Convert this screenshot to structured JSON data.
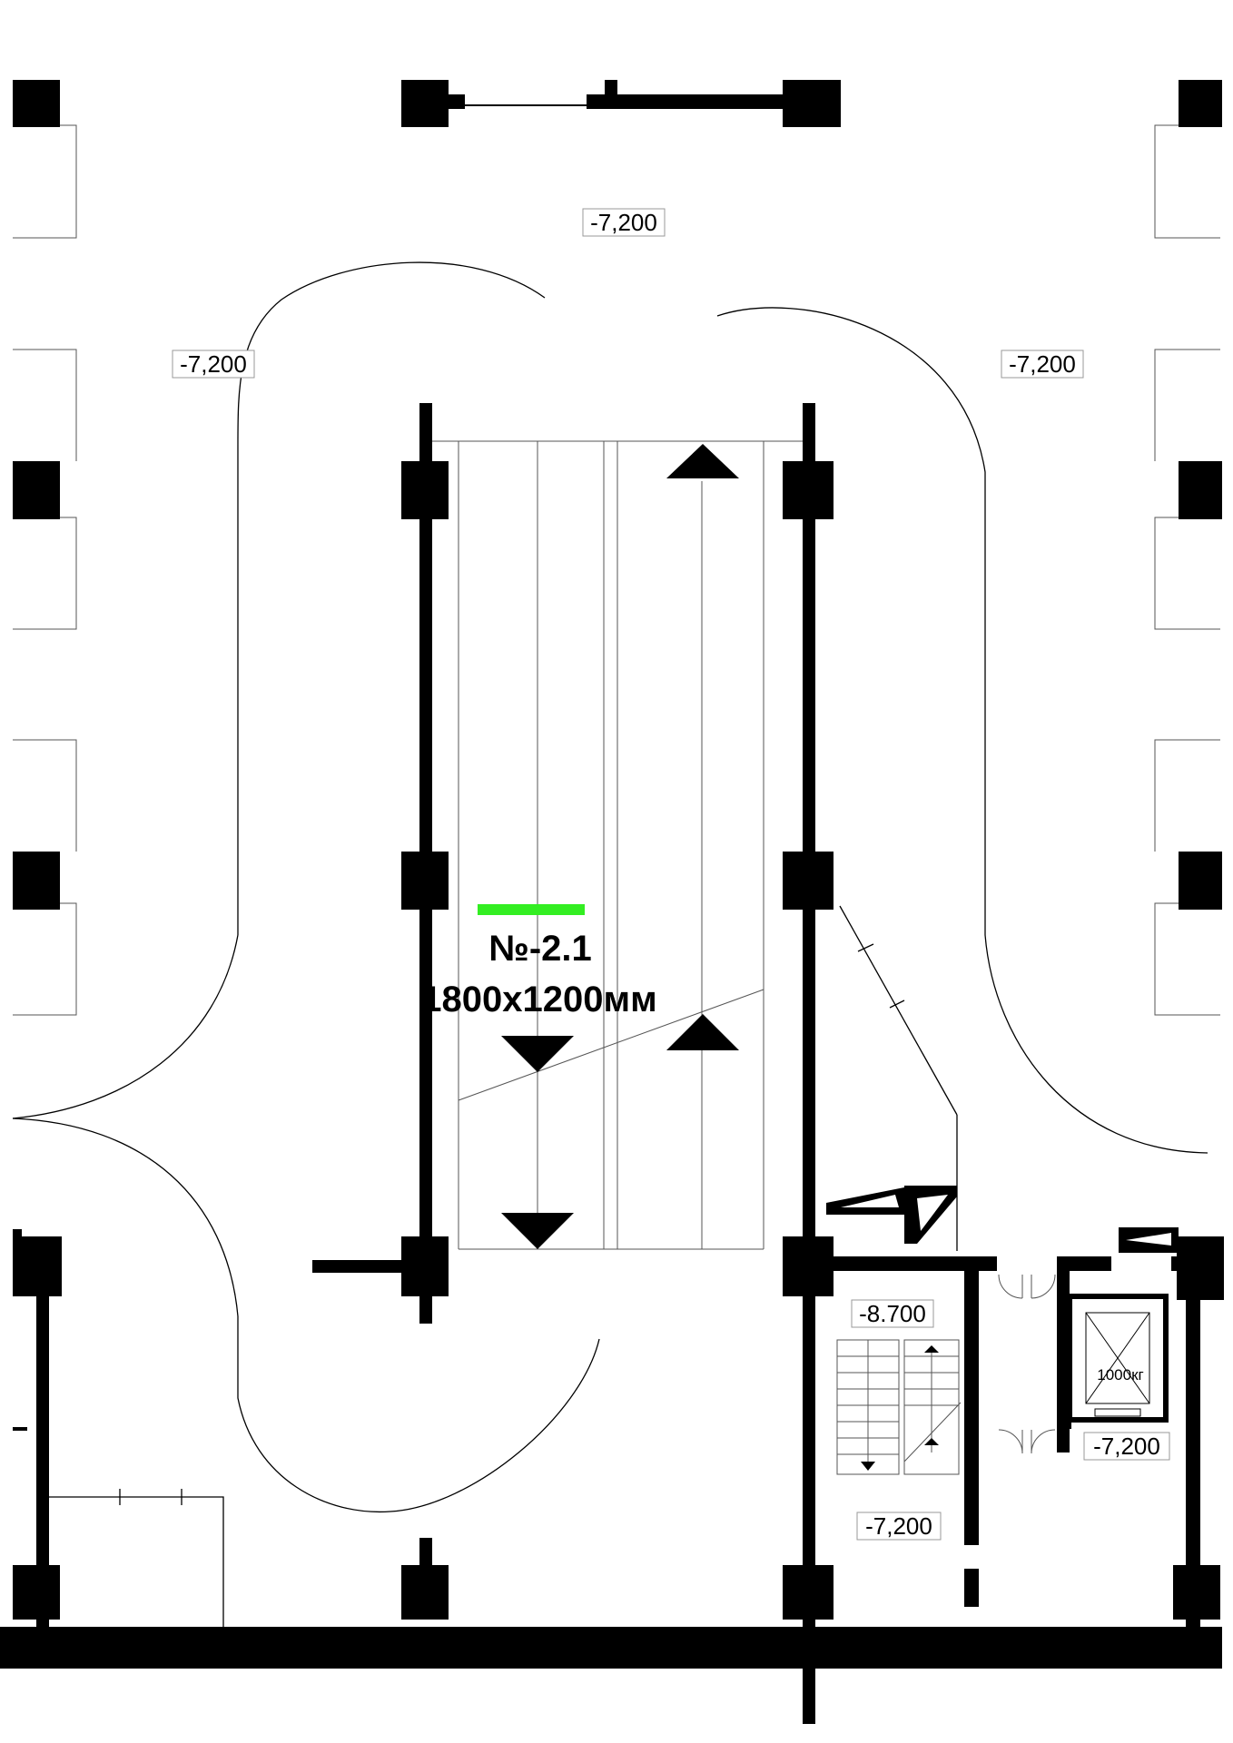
{
  "plan": {
    "space": {
      "code": "№-2.1",
      "size": "1800x1200мм",
      "marker_color": "#33ee22"
    },
    "levels": {
      "top": "-7,200",
      "left": "-7,200",
      "right": "-7,200",
      "stair_top": "-8.700",
      "stair_bottom": "-7,200",
      "lobby": "-7,200"
    },
    "elevator": {
      "capacity": "1000кг"
    }
  }
}
